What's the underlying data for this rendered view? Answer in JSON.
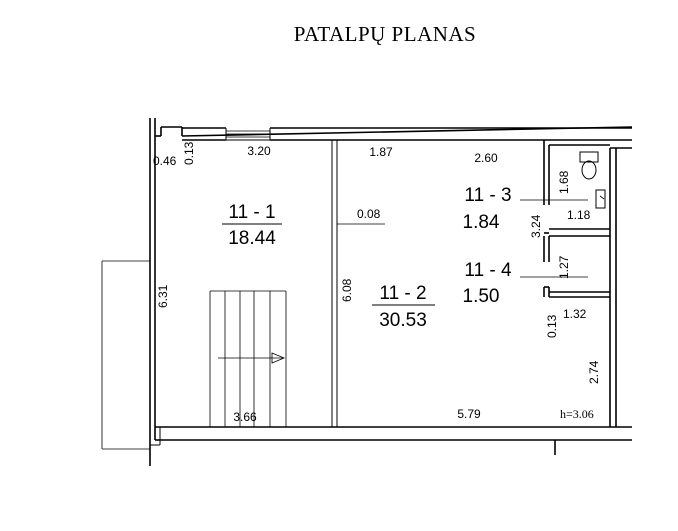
{
  "title": "PATALPŲ PLANAS",
  "rooms": [
    {
      "id": "11 - 1",
      "area": "18.44"
    },
    {
      "id": "11 - 2",
      "area": "30.53"
    },
    {
      "id": "11 - 3",
      "area": "1.84"
    },
    {
      "id": "11 - 4",
      "area": "1.50"
    }
  ],
  "dimensions": {
    "d_046": "0.46",
    "d_013_top": "0.13",
    "d_320": "3.20",
    "d_187": "1.87",
    "d_260": "2.60",
    "d_168": "1.68",
    "d_118": "1.18",
    "d_324": "3.24",
    "d_008": "0.08",
    "d_127": "1.27",
    "d_631": "6.31",
    "d_608": "6.08",
    "d_013_bottom": "0.13",
    "d_132": "1.32",
    "d_274": "2.74",
    "d_366": "3.66",
    "d_579": "5.79"
  },
  "height_note": "h=3.06"
}
